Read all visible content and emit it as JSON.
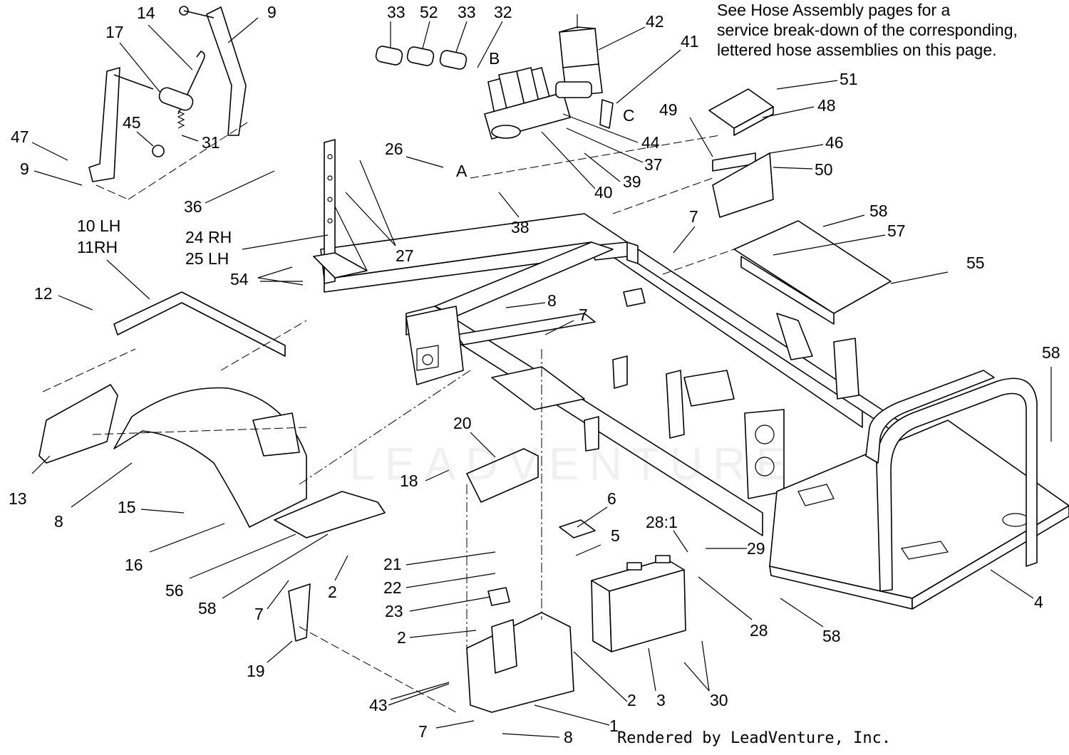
{
  "note": {
    "line1": "See Hose Assembly pages for a",
    "line2": "service break-down of the corresponding,",
    "line3": "lettered hose assemblies on this page."
  },
  "footer": "Rendered by LeadVenture, Inc.",
  "watermark": "LEADVENTURE",
  "hose_letters": [
    "A",
    "B",
    "C"
  ],
  "callouts": [
    "33",
    "52",
    "33",
    "32",
    "42",
    "41",
    "14",
    "9",
    "17",
    "45",
    "31",
    "47",
    "9",
    "49",
    "51",
    "48",
    "46",
    "50",
    "26",
    "44",
    "37",
    "39",
    "40",
    "38",
    "36",
    "24 RH",
    "25 LH",
    "27",
    "54",
    "10 LH",
    "11RH",
    "7",
    "58",
    "57",
    "55",
    "12",
    "8",
    "7",
    "58",
    "20",
    "18",
    "6",
    "5",
    "13",
    "8",
    "15",
    "16",
    "56",
    "58",
    "28:1",
    "29",
    "21",
    "22",
    "23",
    "2",
    "2",
    "7",
    "19",
    "2",
    "28",
    "58",
    "4",
    "3",
    "30",
    "43",
    "7",
    "8",
    "1"
  ]
}
